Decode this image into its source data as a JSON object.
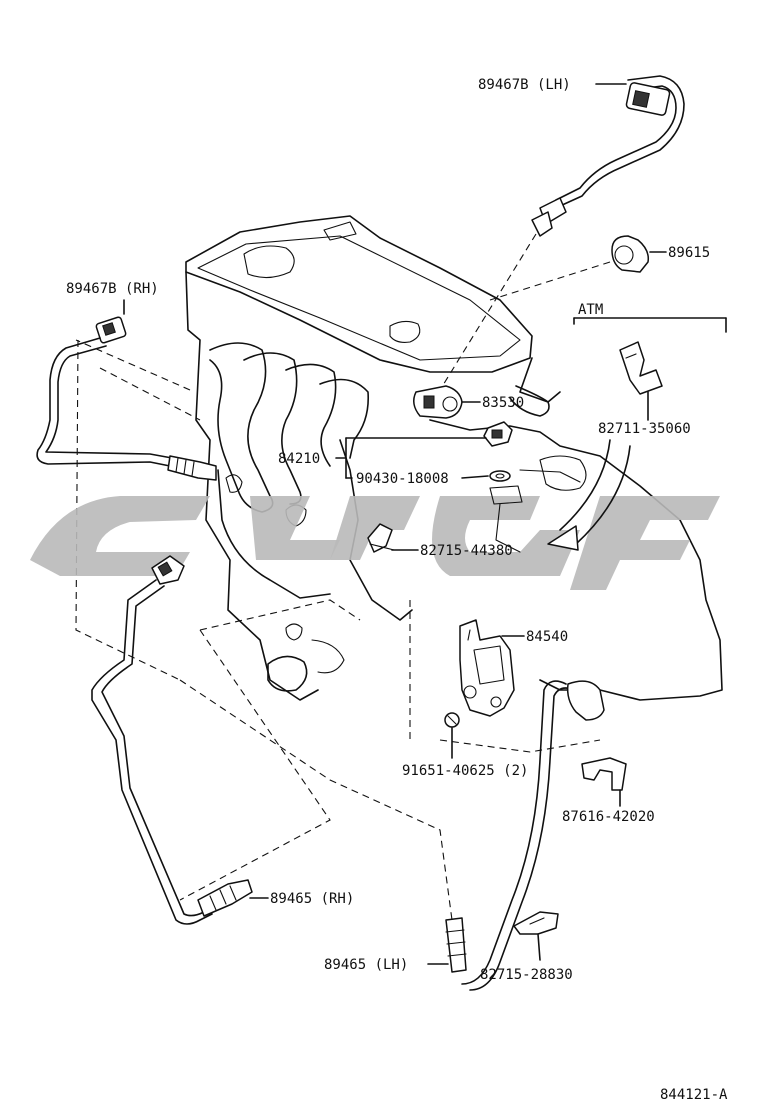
{
  "labels": {
    "p89467b_lh": "89467B (LH)",
    "p89615": "89615",
    "p89467b_rh": "89467B (RH)",
    "atm": "ATM",
    "p83530": "83530",
    "p84210": "84210",
    "p82711": "82711-35060",
    "p90430": "90430-18008",
    "p82715_44380": "82715-44380",
    "p84540": "84540",
    "p91651": "91651-40625 (2)",
    "p87616": "87616-42020",
    "p89465_rh": "89465 (RH)",
    "p89465_lh": "89465 (LH)",
    "p82715_28830": "82715-28830"
  },
  "footer": {
    "code": "844121-A"
  },
  "colors": {
    "line": "#111111",
    "watermark": "#b9b9b9",
    "background": "#ffffff"
  }
}
